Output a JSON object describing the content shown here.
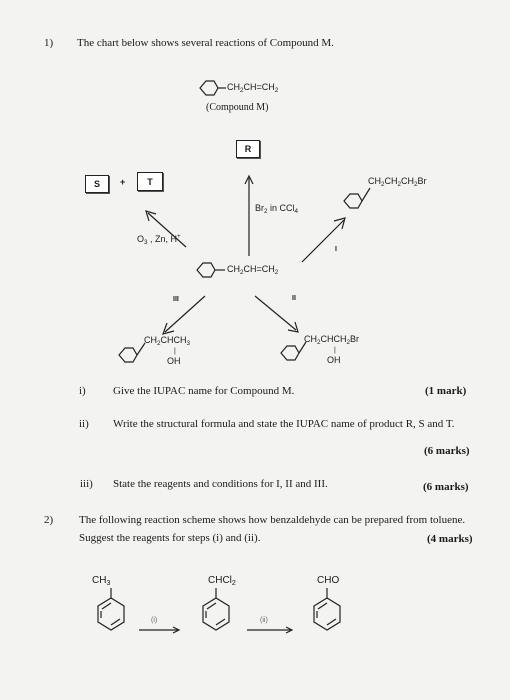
{
  "q1": {
    "number": "1)",
    "intro": "The chart below shows several reactions of Compound M.",
    "compound_m": {
      "formula": "CH2CH=CH2",
      "label": "(Compound M)"
    },
    "boxes": {
      "r": "R",
      "s": "S",
      "plus": "+",
      "t": "T"
    },
    "reagents": {
      "ozone": "O3 , Zn, H+",
      "bromine": "Br2 in CCl4",
      "roman_i": "I",
      "roman_ii": "II",
      "roman_iii": "III"
    },
    "center_formula": "CH2CH=CH2",
    "product_top_right": "CH2CH2CH2Br",
    "product_left": {
      "top": "CH2CHCH3",
      "oh": "OH"
    },
    "product_right": {
      "top": "CH2CHCH2Br",
      "oh": "OH"
    },
    "parts": [
      {
        "label": "i)",
        "text": "Give the IUPAC name for Compound M.",
        "marks": "(1 mark)"
      },
      {
        "label": "ii)",
        "text": "Write the structural formula and state the IUPAC name of product R, S and T.",
        "marks": "(6 marks)"
      },
      {
        "label": "iii)",
        "text": "State the reagents and conditions for I, II and III.",
        "marks": "(6 marks)"
      }
    ]
  },
  "q2": {
    "number": "2)",
    "line1": "The following reaction scheme shows how benzaldehyde can be prepared from toluene.",
    "line2": "Suggest the reagents for steps (i) and (ii).",
    "marks": "(4 marks)",
    "groups": [
      "CH3",
      "CHCl2",
      "CHO"
    ],
    "steps": [
      "(i)",
      "(ii)"
    ]
  }
}
